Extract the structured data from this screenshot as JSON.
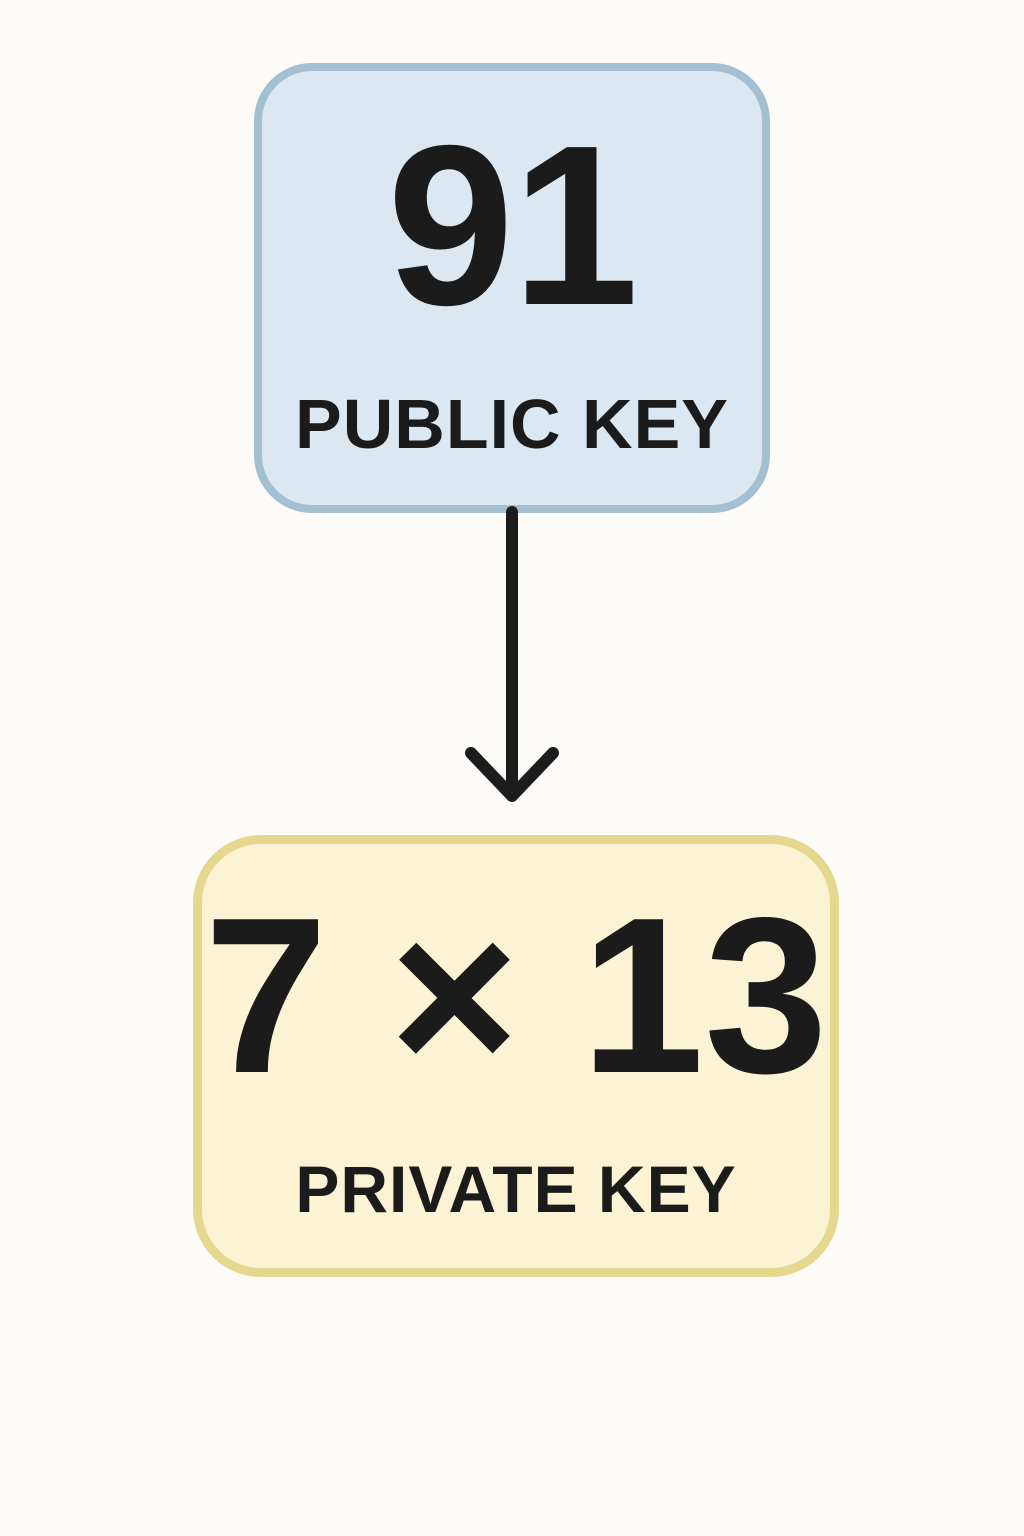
{
  "diagram": {
    "public_key_box": {
      "value": "91",
      "label": "PUBLIC KEY"
    },
    "private_key_box": {
      "value": "7 × 13",
      "label": "PRIVATE KEY"
    },
    "arrow": {
      "direction": "down",
      "meaning": "public key leads to private key factorization"
    }
  },
  "colors": {
    "bg": "#fcfbf8",
    "ink": "#1b1b1b",
    "public_key_fill": "#dce8f1",
    "public_key_border": "#a5bfd2",
    "private_key_fill": "#fbf3d4",
    "private_key_border": "#e5d78d",
    "arrow_color": "#1c1c1c"
  }
}
